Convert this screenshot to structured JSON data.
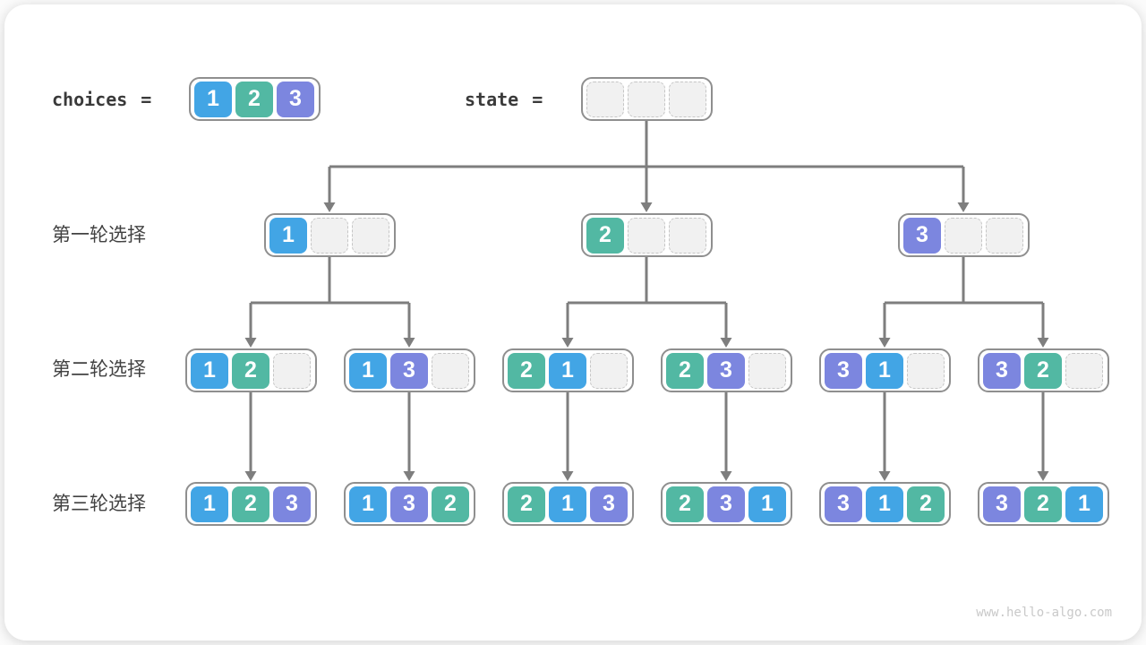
{
  "header": {
    "choices_label": "choices",
    "eq": "=",
    "state_label": "state",
    "choices_values": [
      "1",
      "2",
      "3"
    ],
    "state_values": [
      "",
      "",
      ""
    ]
  },
  "rounds": [
    "第一轮选择",
    "第二轮选择",
    "第三轮选择"
  ],
  "tree": {
    "level1": [
      [
        "1",
        "",
        ""
      ],
      [
        "2",
        "",
        ""
      ],
      [
        "3",
        "",
        ""
      ]
    ],
    "level2": [
      [
        "1",
        "2",
        ""
      ],
      [
        "1",
        "3",
        ""
      ],
      [
        "2",
        "1",
        ""
      ],
      [
        "2",
        "3",
        ""
      ],
      [
        "3",
        "1",
        ""
      ],
      [
        "3",
        "2",
        ""
      ]
    ],
    "level3": [
      [
        "1",
        "2",
        "3"
      ],
      [
        "1",
        "3",
        "2"
      ],
      [
        "2",
        "1",
        "3"
      ],
      [
        "2",
        "3",
        "1"
      ],
      [
        "3",
        "1",
        "2"
      ],
      [
        "3",
        "2",
        "1"
      ]
    ]
  },
  "colors": {
    "1": "#42a5e5",
    "2": "#52b8a3",
    "3": "#7c86df",
    "arrow": "#7e7e7e",
    "node_border": "#8f8f8f"
  },
  "watermark": "www.hello-algo.com"
}
